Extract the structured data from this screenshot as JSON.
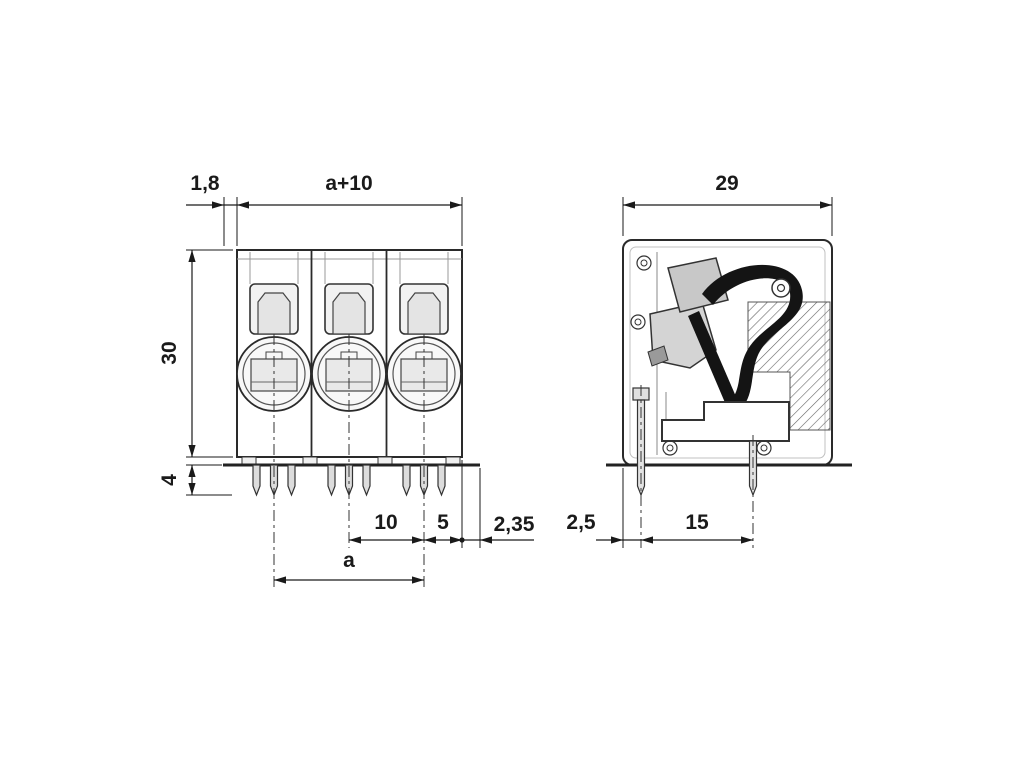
{
  "front_view": {
    "dims": {
      "offset_left": "1,8",
      "width_total": "a+10",
      "height": "30",
      "pin_length": "4",
      "pitch": "10",
      "pitch_half": "5",
      "edge_offset": "2,35",
      "span": "a"
    }
  },
  "side_view": {
    "dims": {
      "depth": "29",
      "pin_offset": "2,5",
      "pin_spacing": "15"
    }
  }
}
